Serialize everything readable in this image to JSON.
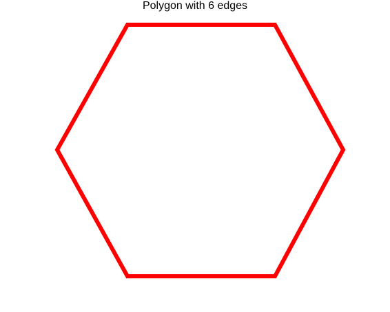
{
  "figure": {
    "title": "Polygon with 6 edges",
    "shape": "hexagon",
    "edge_count": 6,
    "stroke_color": "#ff0000",
    "fill": "none",
    "background": "#ffffff"
  }
}
